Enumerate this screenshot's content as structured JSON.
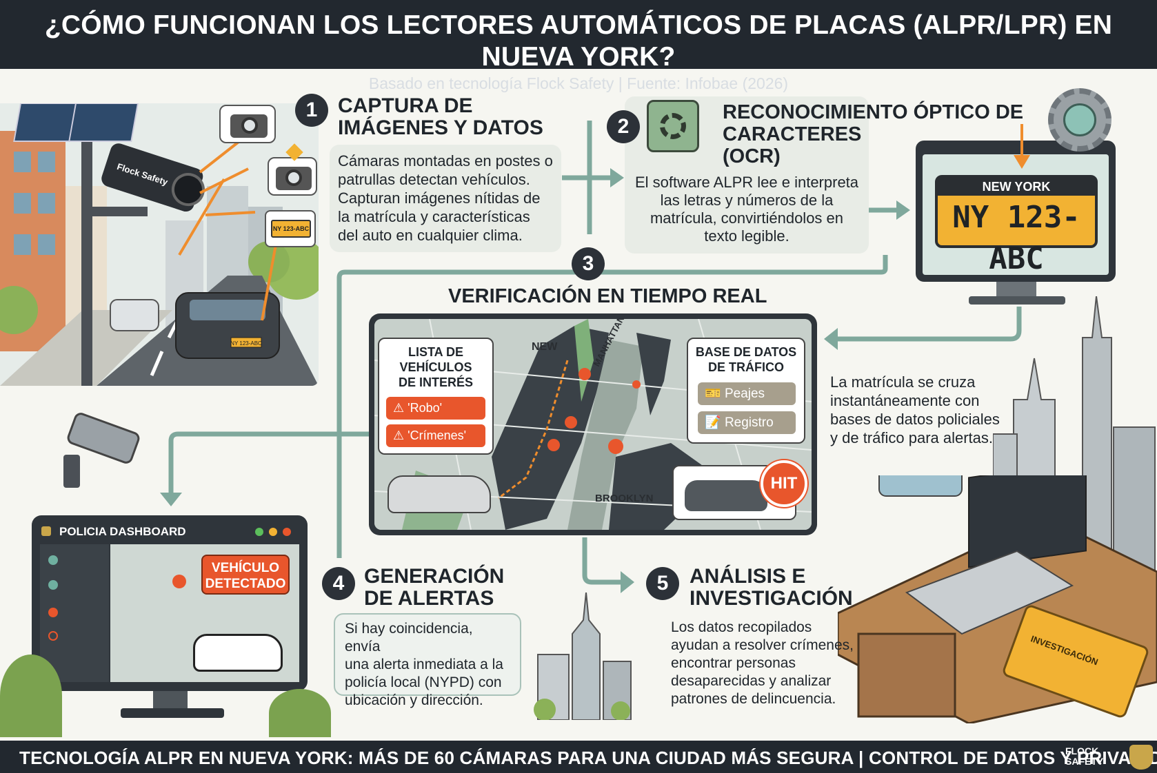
{
  "header": {
    "title": "¿CÓMO FUNCIONAN LOS LECTORES AUTOMÁTICOS DE PLACAS (ALPR/LPR) EN NUEVA YORK?",
    "subtitle": "Basado en tecnología Flock Safety | Fuente: Infobae (2026)"
  },
  "steps": {
    "s1": {
      "number": "1",
      "title_line1": "CAPTURA DE",
      "title_line2": "IMÁGENES Y DATOS",
      "body": [
        "Cámaras montadas en postes o",
        "patrullas detectan vehículos.",
        "Capturan imágenes nítidas de",
        "la matrícula y características",
        "del auto en cualquier clima."
      ]
    },
    "s2": {
      "number": "2",
      "title_line1": "RECONOCIMIENTO ÓPTICO DE",
      "title_line2": "CARACTERES",
      "title_line3": "(OCR)",
      "body": [
        "El software ALPR lee e interpreta",
        "las letras y números de la",
        "matrícula, convirtiéndolos en",
        "texto legible."
      ]
    },
    "s3": {
      "number": "3",
      "title": "VERIFICACIÓN EN TIEMPO REAL",
      "body": [
        "La matrícula se cruza",
        "instantáneamente con",
        "bases de datos policiales",
        "y de tráfico para alertas."
      ]
    },
    "s4": {
      "number": "4",
      "title_line1": "GENERACIÓN",
      "title_line2": "DE ALERTAS",
      "body": [
        "Si hay coincidencia, envía",
        "una alerta inmediata a la",
        "policía local (NYPD) con",
        "ubicación y dirección."
      ]
    },
    "s5": {
      "number": "5",
      "title_line1": "ANÁLISIS E",
      "title_line2": "INVESTIGACIÓN",
      "body": [
        "Los datos recopilados",
        "ayudan a resolver crímenes,",
        "encontrar personas",
        "desaparecidas y analizar",
        "patrones de delincuencia."
      ]
    }
  },
  "illustration": {
    "camera_brand": "Flock Safety",
    "small_plate": "NY 123-ABC",
    "car_plate": "NY 123-ABC",
    "plate_state": "NEW YORK",
    "plate_number": "NY 123-ABC"
  },
  "map": {
    "label_new": "NEW",
    "label_manhattan": "MANHATTAN",
    "label_brooklyn": "BROOKLYN",
    "interest_title": [
      "LISTA DE",
      "VEHÍCULOS",
      "DE INTERÉS"
    ],
    "alert_robo": "'Robo'",
    "alert_crimenes": "'Crímenes'",
    "db_title": [
      "BASE DE DATOS",
      "DE TRÁFICO"
    ],
    "db_peajes": "Peajes",
    "db_registro": "Registro",
    "hit": "HIT"
  },
  "dashboard": {
    "title": "POLICIA DASHBOARD",
    "alert": [
      "VEHÍCULO",
      "DETECTADO"
    ]
  },
  "desk": {
    "folder": "INVESTIGACIÓN"
  },
  "footer": {
    "text": "TECNOLOGÍA ALPR EN NUEVA YORK: MÁS DE 60 CÁMARAS PARA UNA CIUDAD MÁS SEGURA | CONTROL DE DATOS Y PRIVACIDAD",
    "logo_line1": "FLOCK",
    "logo_line2": "SAFETY"
  },
  "colors": {
    "header_bg": "#22282f",
    "accent_teal": "#7fa89c",
    "alert_orange": "#e8562c",
    "plate_yellow": "#f2b233"
  }
}
